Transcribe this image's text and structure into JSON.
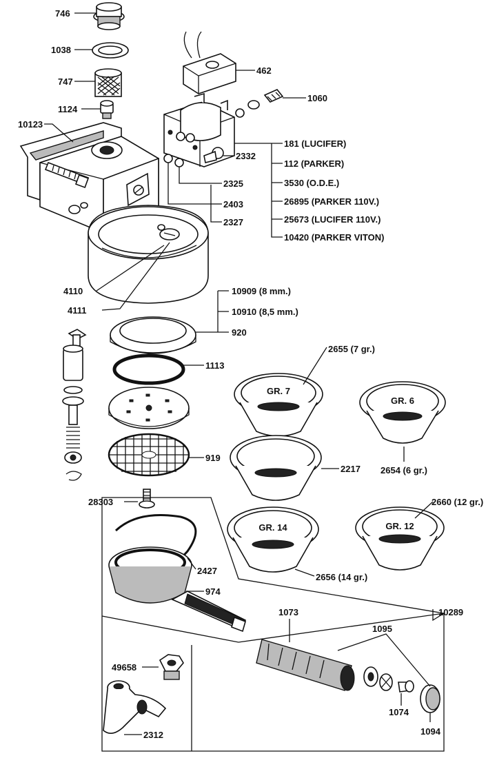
{
  "labels": {
    "p746": "746",
    "p1038": "1038",
    "p747": "747",
    "p1124": "1124",
    "p10123": "10123",
    "p462": "462",
    "p1060": "1060",
    "p181": "181 (LUCIFER)",
    "p2332": "2332",
    "p112": "112 (PARKER)",
    "p2325": "2325",
    "p3530": "3530 (O.D.E.)",
    "p2403": "2403",
    "p26895": "26895 (PARKER 110V.)",
    "p2327": "2327",
    "p25673": "25673 (LUCIFER 110V.)",
    "p10420": "10420 (PARKER VITON)",
    "p4110": "4110",
    "p4111": "4111",
    "p10909": "10909 (8 mm.)",
    "p10910": "10910 (8,5 mm.)",
    "p920": "920",
    "p1113": "1113",
    "p2655": "2655 (7 gr.)",
    "p2217": "2217",
    "p2654": "2654 (6 gr.)",
    "p919": "919",
    "p28303": "28303",
    "p2660": "2660 (12 gr.)",
    "p2427": "2427",
    "p2656": "2656 (14 gr.)",
    "p974": "974",
    "p1073": "1073",
    "p10289": "10289",
    "p1095": "1095",
    "p49658": "49658",
    "p1074": "1074",
    "p1094": "1094",
    "p2312": "2312"
  },
  "cups": {
    "gr7": "GR. 7",
    "gr6": "GR. 6",
    "gr14": "GR. 14",
    "gr12": "GR. 12"
  }
}
